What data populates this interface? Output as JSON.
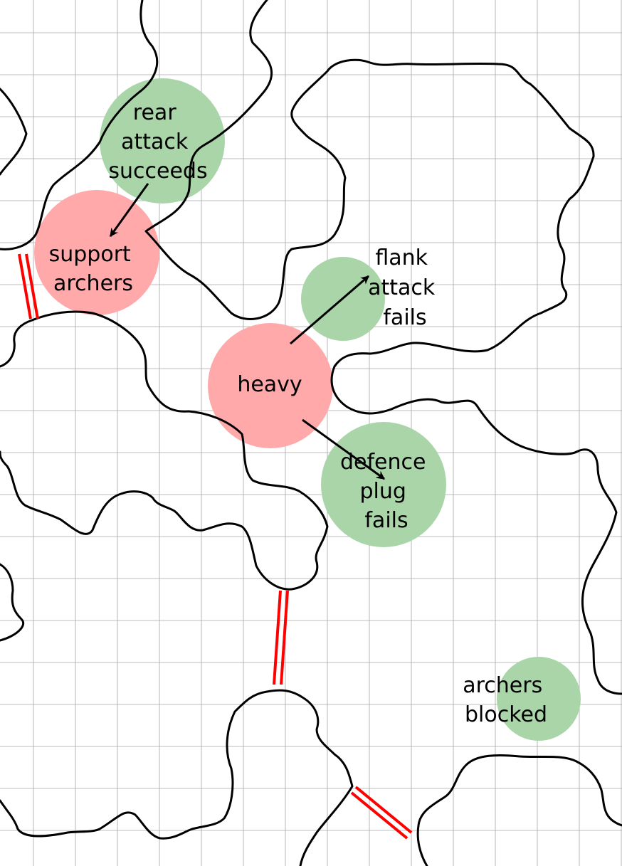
{
  "colors": {
    "friendly": "#a9d5a9",
    "enemy": "#ffa9ab",
    "grid": "#7f7f7f",
    "border": "#000000",
    "bridge": "#ff0000"
  },
  "units": [
    {
      "id": "rear",
      "side": "friendly",
      "lines": [
        "rear",
        "attack",
        "succeeds"
      ]
    },
    {
      "id": "support",
      "side": "enemy",
      "lines": [
        "support",
        "archers"
      ]
    },
    {
      "id": "flank",
      "side": "friendly",
      "lines": [
        "flank",
        "attack",
        "fails"
      ]
    },
    {
      "id": "heavy",
      "side": "enemy",
      "lines": [
        "heavy"
      ]
    },
    {
      "id": "defence",
      "side": "friendly",
      "lines": [
        "defence",
        "plug",
        "fails"
      ]
    },
    {
      "id": "archers",
      "side": "friendly",
      "lines": [
        "archers",
        "blocked"
      ]
    }
  ]
}
